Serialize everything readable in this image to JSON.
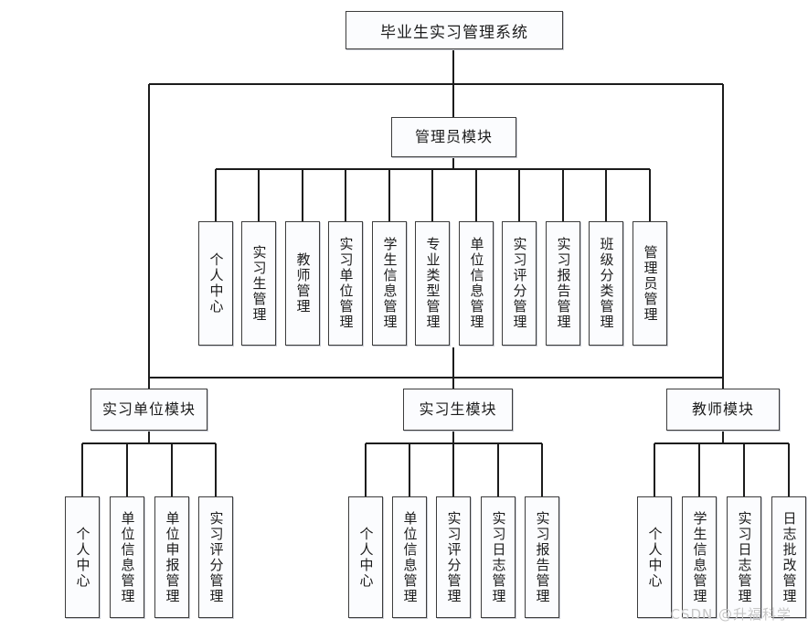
{
  "diagram": {
    "type": "organization-tree",
    "title": "毕业生实习管理系统",
    "root": {
      "label": "毕业生实习管理系统"
    },
    "admin_module": {
      "label": "管理员模块"
    },
    "admin_children": [
      {
        "label": "个人中心"
      },
      {
        "label": "实习生管理"
      },
      {
        "label": "教师管理"
      },
      {
        "label": "实习单位管理"
      },
      {
        "label": "学生信息管理"
      },
      {
        "label": "专业类型管理"
      },
      {
        "label": "单位信息管理"
      },
      {
        "label": "实习评分管理"
      },
      {
        "label": "实习报告管理"
      },
      {
        "label": "班级分类管理"
      },
      {
        "label": "管理员管理"
      }
    ],
    "modules": [
      {
        "label": "实习单位模块",
        "children": [
          {
            "label": "个人中心"
          },
          {
            "label": "单位信息管理"
          },
          {
            "label": "单位申报管理"
          },
          {
            "label": "实习评分管理"
          }
        ]
      },
      {
        "label": "实习生模块",
        "children": [
          {
            "label": "个人中心"
          },
          {
            "label": "单位信息管理"
          },
          {
            "label": "实习评分管理"
          },
          {
            "label": "实习日志管理"
          },
          {
            "label": "实习报告管理"
          }
        ]
      },
      {
        "label": "教师模块",
        "children": [
          {
            "label": "个人中心"
          },
          {
            "label": "学生信息管理"
          },
          {
            "label": "实习日志管理"
          },
          {
            "label": "日志批改管理"
          }
        ]
      }
    ],
    "watermark": "CSDN @升福科学",
    "colors": {
      "line": "#1c1c1c",
      "box_border": "#3c3c3c",
      "box_fill": "#fbfcfe",
      "watermark": "#c6c6c6"
    }
  }
}
